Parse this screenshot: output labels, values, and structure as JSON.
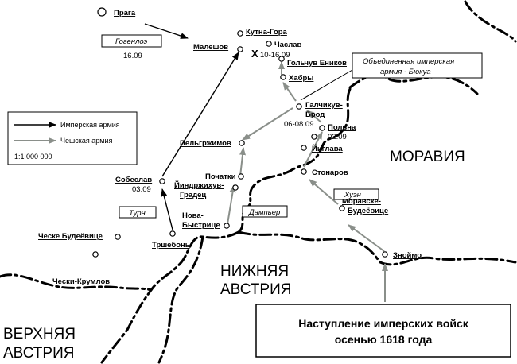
{
  "map": {
    "title_line1": "Наступление имперских войск",
    "title_line2": "осенью 1618 года",
    "regions": {
      "moravia": "МОРАВИЯ",
      "lower_austria_1": "НИЖНЯЯ",
      "lower_austria_2": "АВСТРИЯ",
      "upper_austria_1": "ВЕРХНЯЯ",
      "upper_austria_2": "АВСТРИЯ"
    },
    "towns": {
      "praga": "Прага",
      "kutna_gora": "Кутна-Гора",
      "malesov": "Малешов",
      "caslav": "Часлав",
      "golchuv": "Гольчув Еников",
      "habry": "Хабры",
      "galchikuv_1": "Галчикув-",
      "galchikuv_2": "Брод",
      "polna": "Польна",
      "iglava": "Йиглава",
      "stonarov": "Стонаров",
      "moravske_1": "Моравске-",
      "moravske_2": "Будеёвице",
      "znoimo": "Зноймо",
      "pelgrzhimov": "Пельгржимов",
      "pochatki": "Початки",
      "jindrichuv_1": "Йиндржихув-",
      "jindrichuv_2": "Градец",
      "nova_1": "Нова-",
      "nova_2": "Быстрице",
      "sobeslav": "Собеслав",
      "treebon": "Тршебонь",
      "ceske": "Ческе Будеёвице",
      "cheski_krumlov": "Чески-Крумлов"
    },
    "dates": {
      "gogenloe": "16.09",
      "caslav": "10-16.09",
      "galchikuv": "06-08.09",
      "polna": "02.09",
      "sobeslav": "03.09"
    },
    "battle_mark": "X",
    "labels": {
      "gogenloe": "Гогенлоэ",
      "turn": "Турн",
      "dampier": "Дампьер",
      "huen": "Хуэн",
      "bucquoy_1": "Объединенная имперская",
      "bucquoy_2": "армия - Бюкуа"
    },
    "legend": {
      "imperial": "Имперская армия",
      "czech": "Чешская армия",
      "scale": "1:1 000 000"
    },
    "colors": {
      "imperial_arrow": "#000000",
      "czech_arrow": "#8a8f8a",
      "border": "#000000"
    }
  }
}
